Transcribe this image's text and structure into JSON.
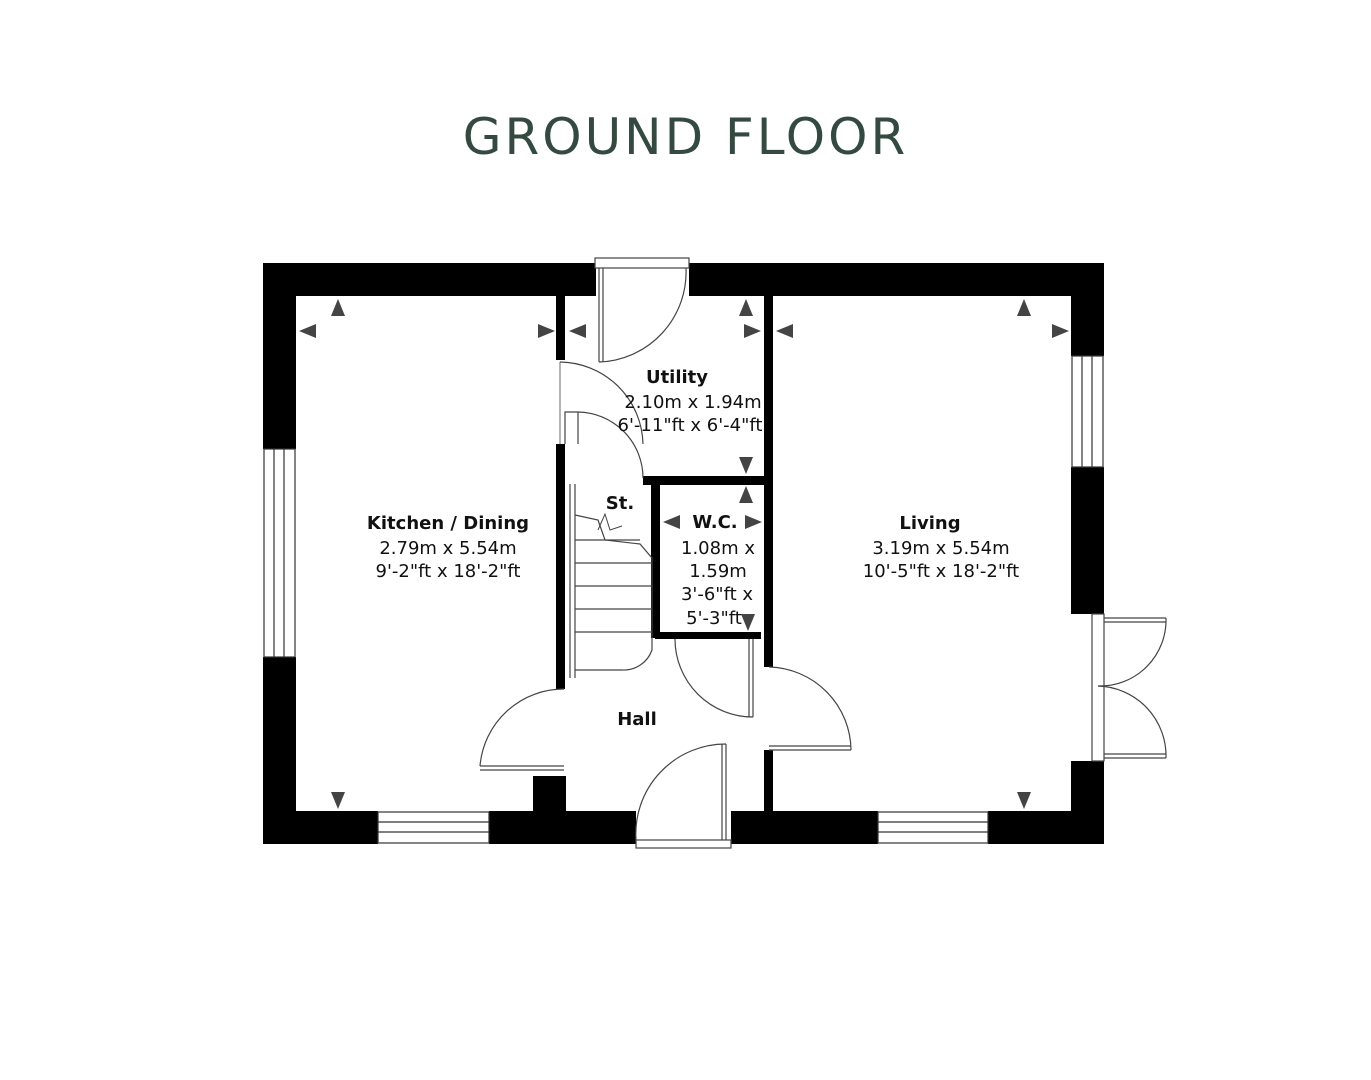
{
  "title": "GROUND FLOOR",
  "rooms": {
    "kitchen": {
      "name": "Kitchen / Dining",
      "metric": "2.79m x 5.54m",
      "imperial": "9'-2\"ft x 18'-2\"ft"
    },
    "utility": {
      "name": "Utility",
      "metric": "2.10m x 1.94m",
      "imperial": "6'-11\"ft x 6'-4\"ft"
    },
    "store": {
      "name": "St."
    },
    "wc": {
      "name": "W.C.",
      "metric_1": "1.08m x",
      "metric_2": "1.59m",
      "imperial_1": "3'-6\"ft x",
      "imperial_2": "5'-3\"ft"
    },
    "living": {
      "name": "Living",
      "metric": "3.19m x 5.54m",
      "imperial": "10'-5\"ft x 18'-2\"ft"
    },
    "hall": {
      "name": "Hall"
    }
  },
  "colors": {
    "title": "#344a40",
    "wall": "#000000",
    "marker": "#444444"
  }
}
